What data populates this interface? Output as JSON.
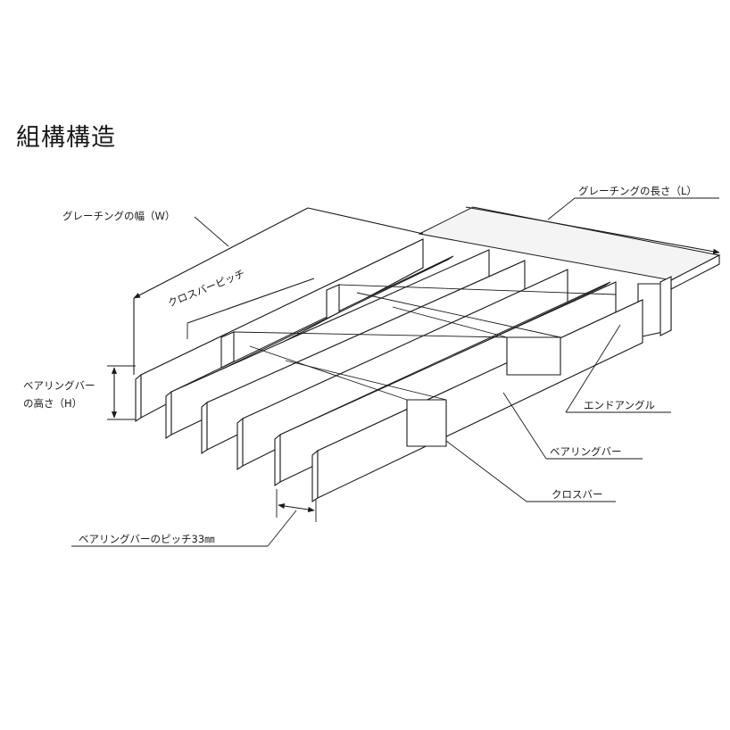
{
  "title": "組構構造",
  "labels": {
    "width": "グレーチングの幅（W）",
    "length": "グレーチングの長さ（L）",
    "cross_bar_pitch": "クロスバーピッチ",
    "bearing_bar_height_line1": "ベアリングバー",
    "bearing_bar_height_line2": "の高さ（H）",
    "end_angle": "エンドアングル",
    "bearing_bar": "ベアリングバー",
    "cross_bar": "クロスバー",
    "bearing_bar_pitch": "ベアリングバーのピッチ33㎜"
  }
}
